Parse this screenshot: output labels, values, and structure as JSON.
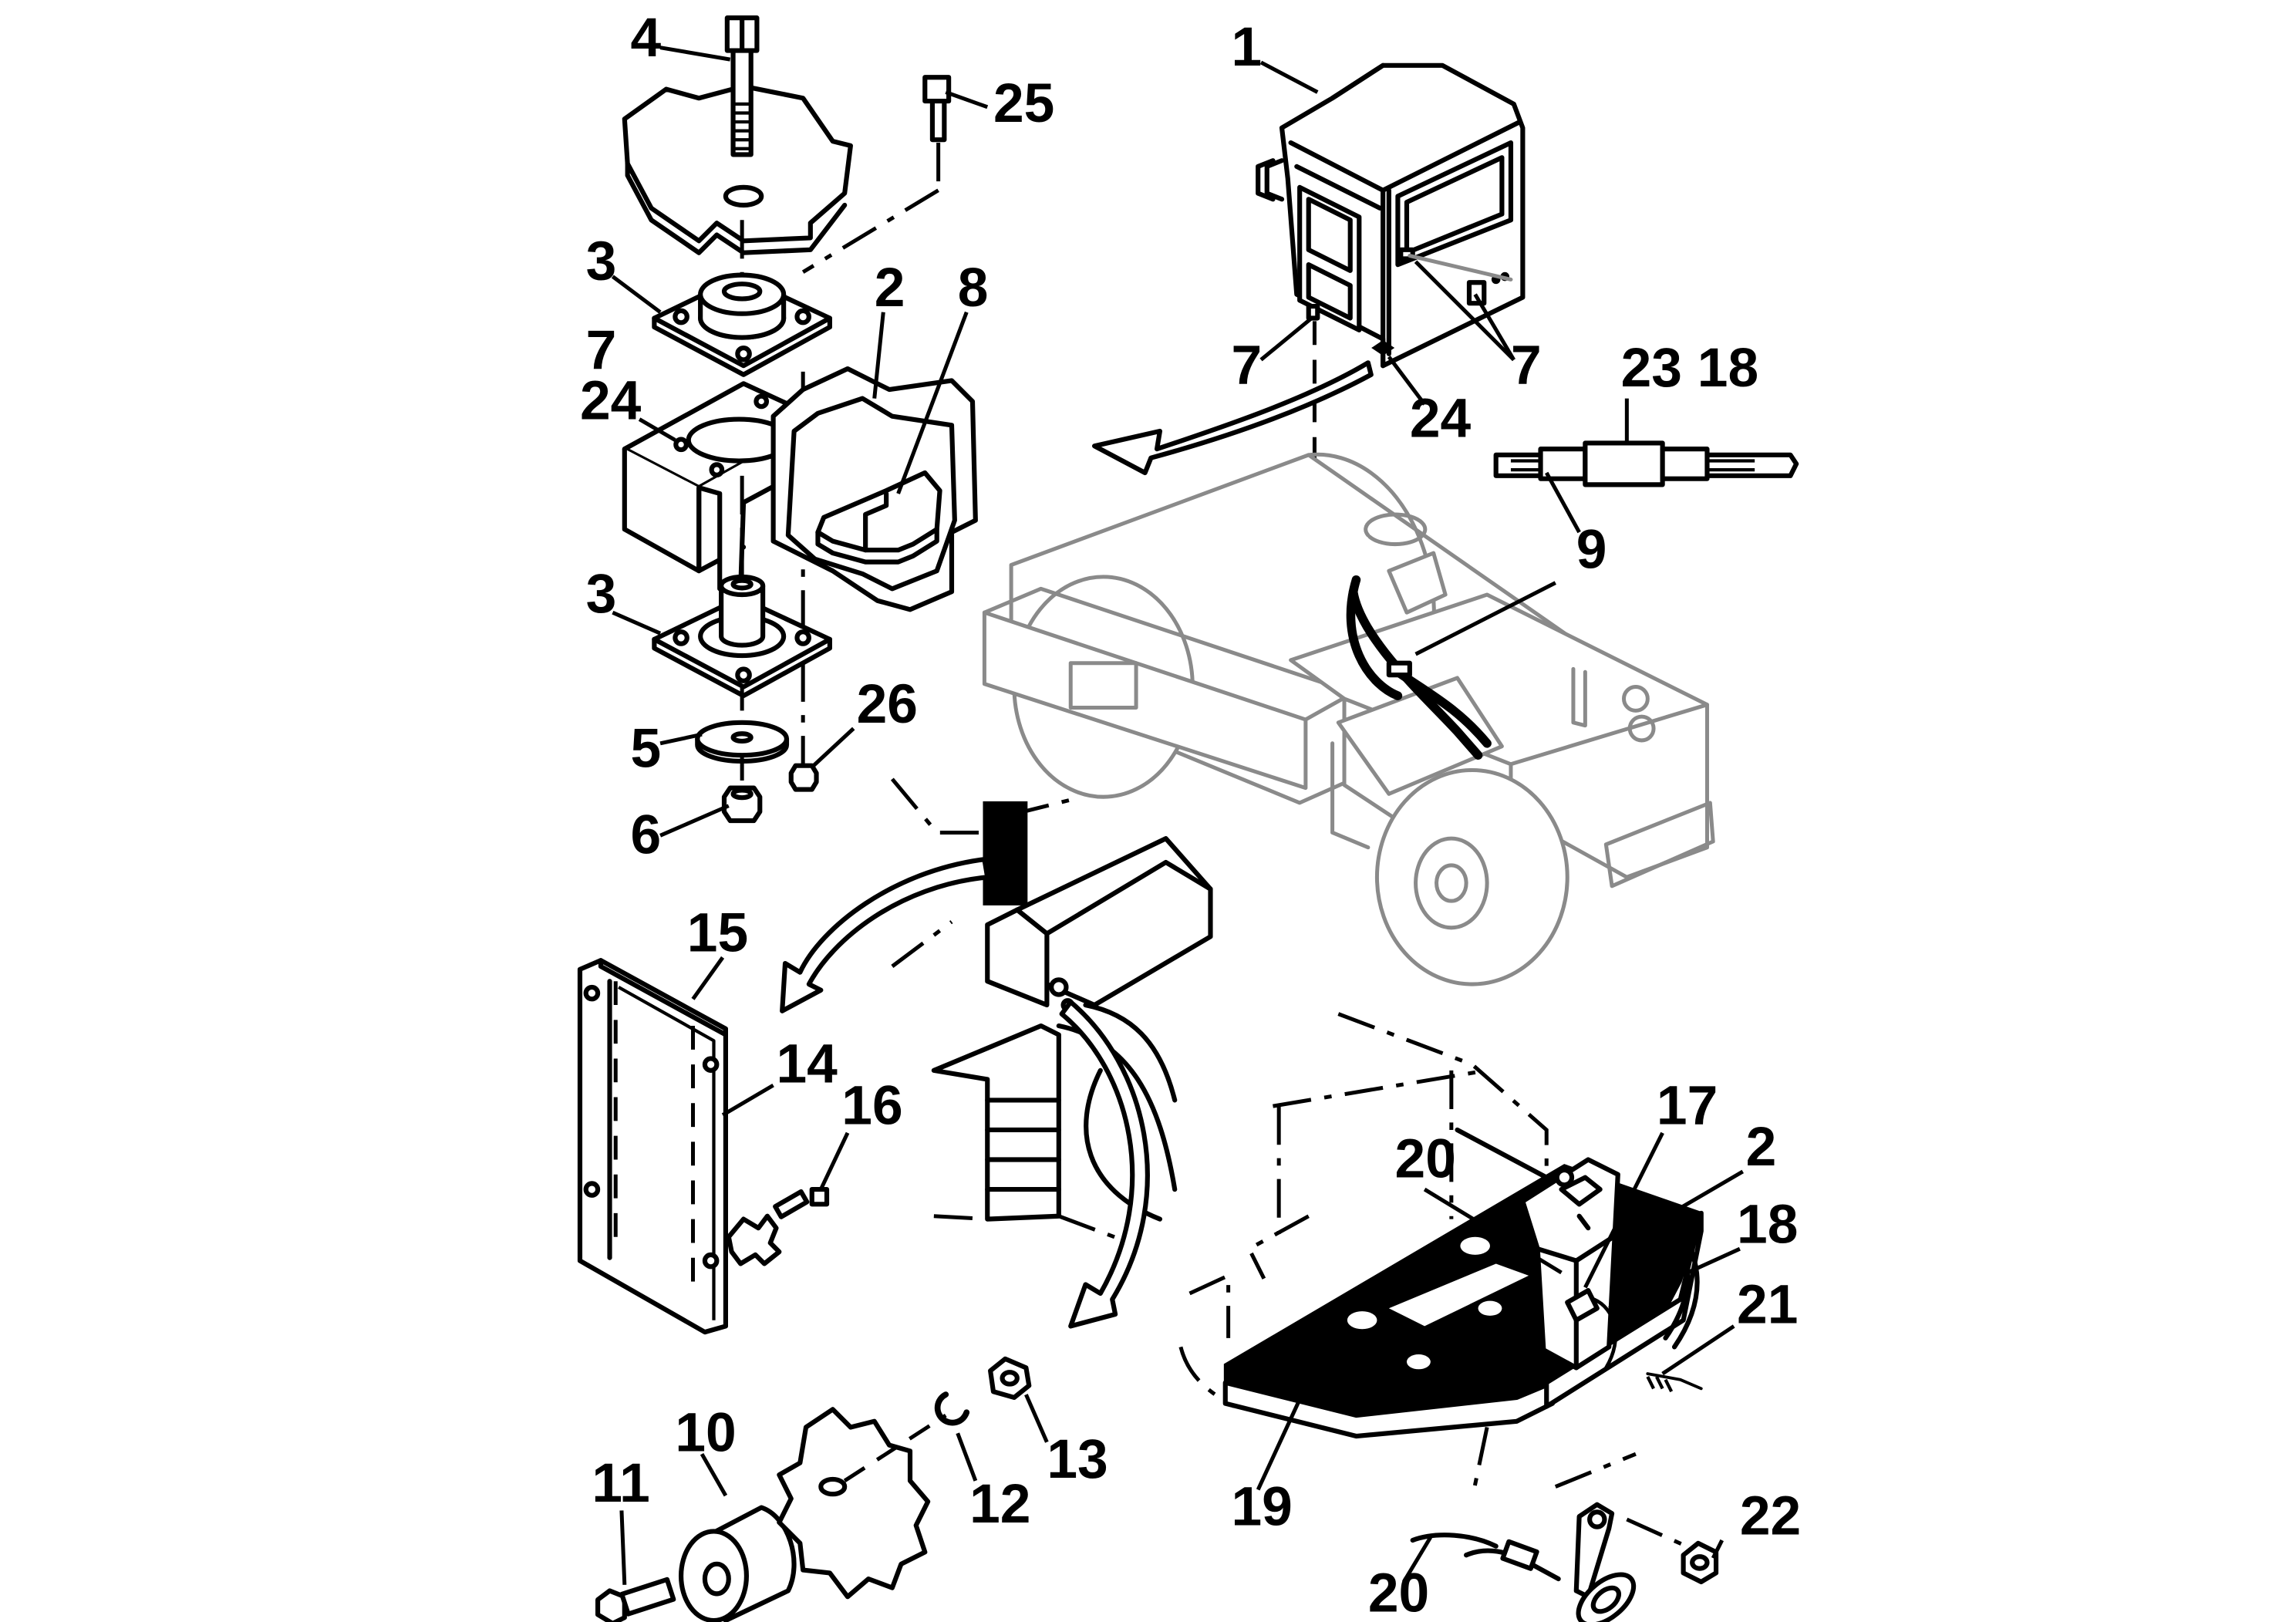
{
  "callouts": [
    {
      "id": "c-1",
      "text": "1"
    },
    {
      "id": "c-2-top",
      "text": "2"
    },
    {
      "id": "c-2-right",
      "text": "2"
    },
    {
      "id": "c-3-top",
      "text": "3"
    },
    {
      "id": "c-3-bottom",
      "text": "3"
    },
    {
      "id": "c-4",
      "text": "4"
    },
    {
      "id": "c-5",
      "text": "5"
    },
    {
      "id": "c-6",
      "text": "6"
    },
    {
      "id": "c-7-left",
      "text": "7"
    },
    {
      "id": "c-7-cab-left",
      "text": "7"
    },
    {
      "id": "c-7-cab-right",
      "text": "7"
    },
    {
      "id": "c-8",
      "text": "8"
    },
    {
      "id": "c-9",
      "text": "9"
    },
    {
      "id": "c-10",
      "text": "10"
    },
    {
      "id": "c-11",
      "text": "11"
    },
    {
      "id": "c-12",
      "text": "12"
    },
    {
      "id": "c-13",
      "text": "13"
    },
    {
      "id": "c-14",
      "text": "14"
    },
    {
      "id": "c-15",
      "text": "15"
    },
    {
      "id": "c-16",
      "text": "16"
    },
    {
      "id": "c-17",
      "text": "17"
    },
    {
      "id": "c-18",
      "text": "18"
    },
    {
      "id": "c-19",
      "text": "19"
    },
    {
      "id": "c-20-top",
      "text": "20"
    },
    {
      "id": "c-20-bottom",
      "text": "20"
    },
    {
      "id": "c-21",
      "text": "21"
    },
    {
      "id": "c-22",
      "text": "22"
    },
    {
      "id": "c-23-18",
      "text": "23 18"
    },
    {
      "id": "c-24-left",
      "text": "24"
    },
    {
      "id": "c-24-cab",
      "text": "24"
    },
    {
      "id": "c-25",
      "text": "25"
    },
    {
      "id": "c-26",
      "text": "26"
    }
  ]
}
